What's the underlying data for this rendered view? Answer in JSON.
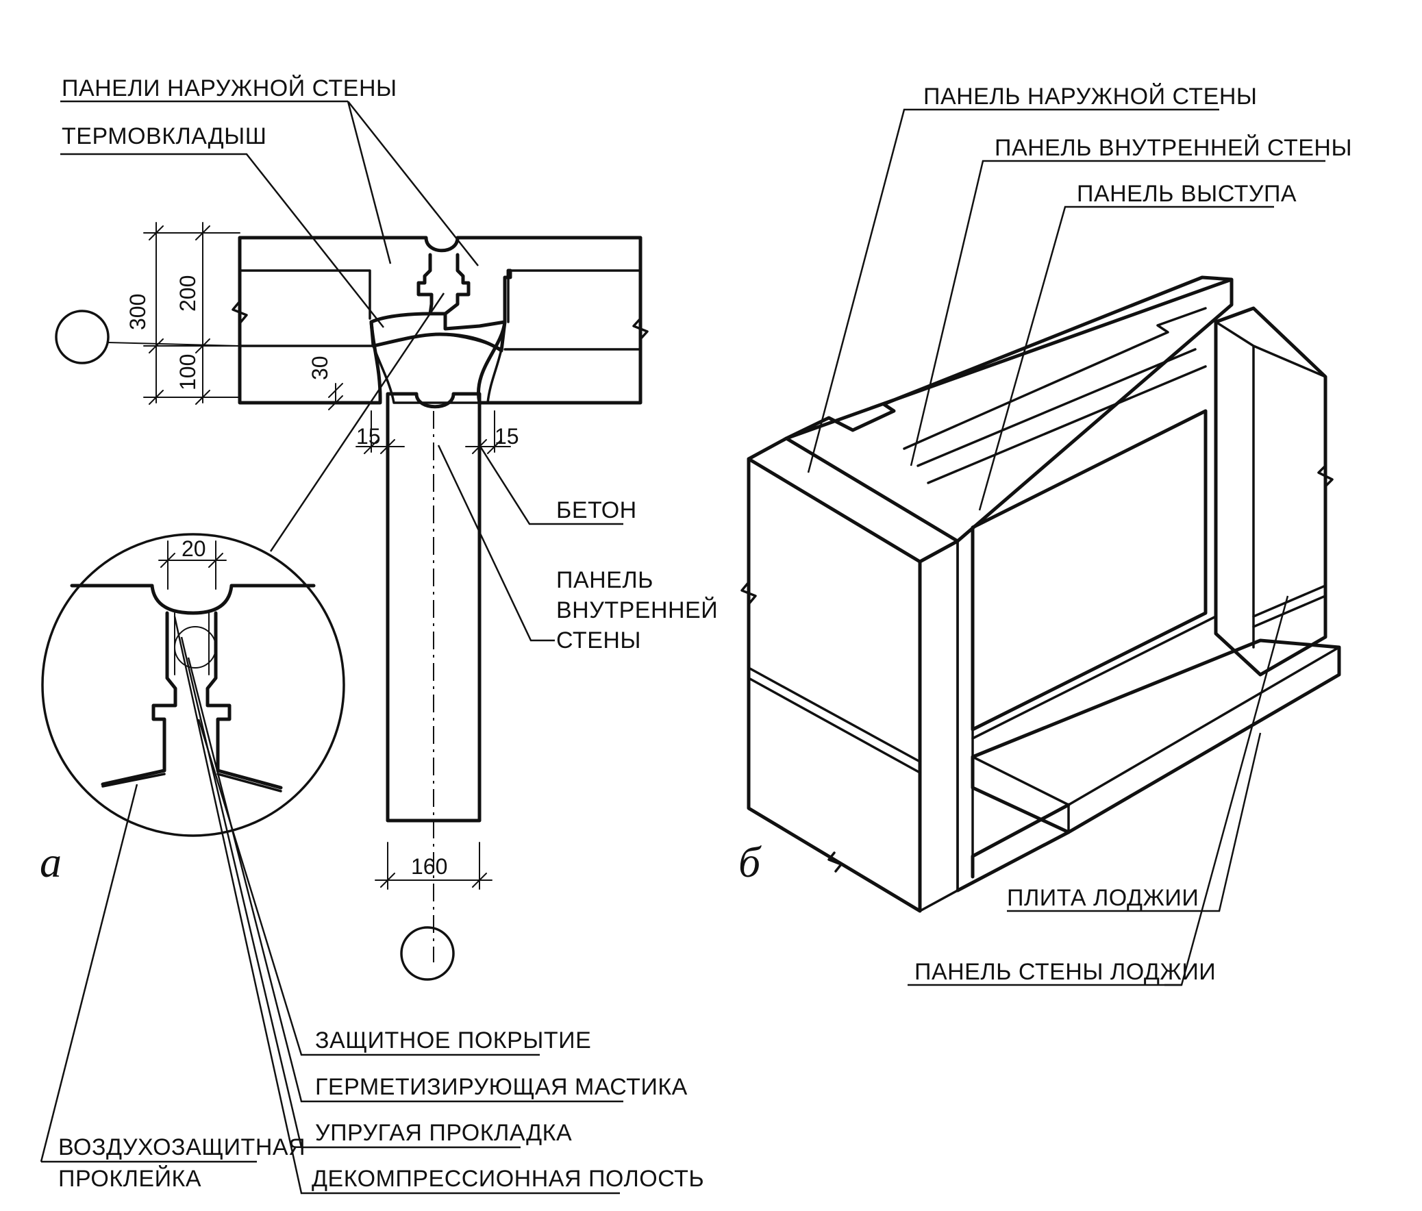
{
  "figure_a": {
    "tag": "а",
    "labels": {
      "outer_panels": "ПАНЕЛИ НАРУЖНОЙ СТЕНЫ",
      "thermal_insert": "ТЕРМОВКЛАДЫШ",
      "concrete": "БЕТОН",
      "inner_panel_line1": "ПАНЕЛЬ",
      "inner_panel_line2": "ВНУТРЕННЕЙ",
      "inner_panel_line3": "СТЕНЫ",
      "protective_coating": "ЗАЩИТНОЕ ПОКРЫТИЕ",
      "sealing_mastic": "ГЕРМЕТИЗИРУЮЩАЯ МАСТИКА",
      "elastic_gasket": "УПРУГАЯ ПРОКЛАДКА",
      "decompression_cavity": "ДЕКОМПРЕССИОННАЯ ПОЛОСТЬ",
      "air_tape_line1": "ВОЗДУХОЗАЩИТНАЯ",
      "air_tape_line2": "ПРОКЛЕЙКА"
    },
    "dimensions": {
      "d300": "300",
      "d200": "200",
      "d100": "100",
      "d30": "30",
      "d15_left": "15",
      "d15_right": "15",
      "d160": "160",
      "d20": "20"
    }
  },
  "figure_b": {
    "tag": "б",
    "labels": {
      "outer_panel": "ПАНЕЛЬ НАРУЖНОЙ СТЕНЫ",
      "inner_panel": "ПАНЕЛЬ ВНУТРЕННЕЙ СТЕНЫ",
      "projection_panel": "ПАНЕЛЬ ВЫСТУПА",
      "loggia_slab": "ПЛИТА ЛОДЖИИ",
      "loggia_wall_panel": "ПАНЕЛЬ СТЕНЫ ЛОДЖИИ"
    }
  }
}
